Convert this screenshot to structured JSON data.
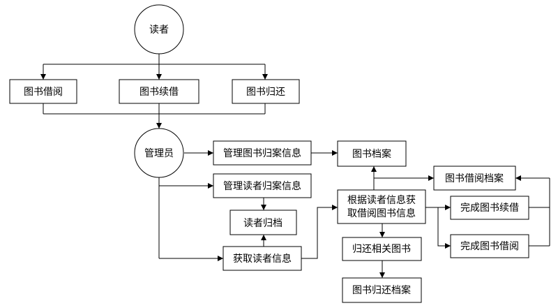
{
  "diagram": {
    "type": "flowchart",
    "nodes": {
      "reader": "读者",
      "borrow": "图书借阅",
      "renew": "图书续借",
      "return": "图书归还",
      "librarian": "管理员",
      "manage_book_archive": "管理图书归案信息",
      "book_archive": "图书档案",
      "manage_reader_archive": "管理读者归案信息",
      "borrow_archive": "图书借阅档案",
      "reader_archive": "读者归档",
      "get_borrow_info_line1": "根据读者信息获",
      "get_borrow_info_line2": "取借阅图书信息",
      "complete_renew": "完成图书续借",
      "get_reader_info": "获取读者信息",
      "return_books": "归还相关图书",
      "complete_borrow": "完成图书借阅",
      "return_archive": "图书归还档案"
    },
    "colors": {
      "stroke": "#000000",
      "fill": "#ffffff",
      "text": "#000000"
    }
  }
}
